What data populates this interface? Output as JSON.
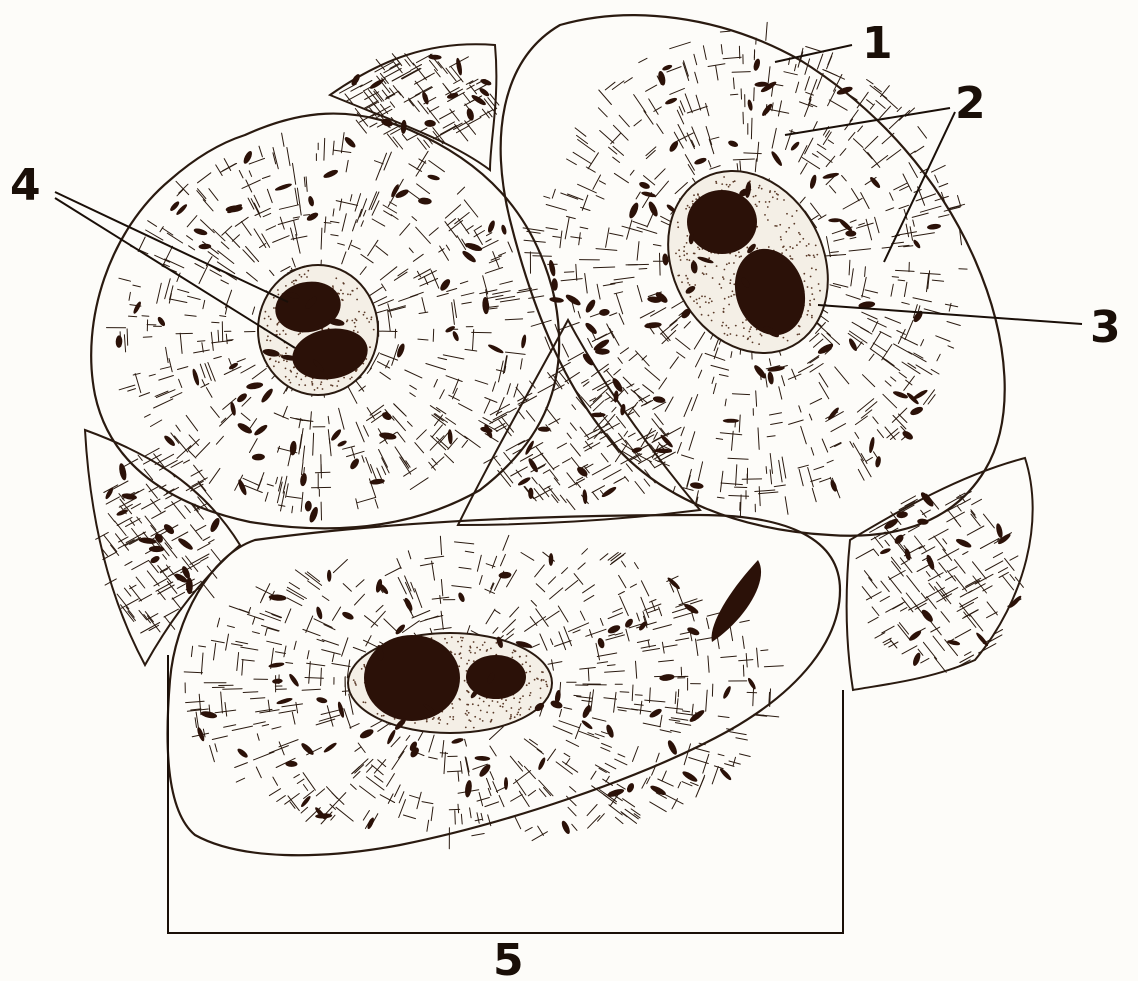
{
  "diagram": {
    "colors": {
      "background": "#fdfcf9",
      "ink": "#2a1a10",
      "nucleolus": "#2b1108",
      "nucleoplasm_dots": "#5a3a28"
    },
    "labels": [
      {
        "id": "1",
        "text": "1",
        "points_to": "cell-membrane"
      },
      {
        "id": "2",
        "text": "2",
        "points_to": "cytoplasm-fibrils"
      },
      {
        "id": "3",
        "text": "3",
        "points_to": "nucleus"
      },
      {
        "id": "4",
        "text": "4",
        "points_to": "nucleoli"
      },
      {
        "id": "5",
        "text": "5",
        "points_to": "cell-bracket"
      }
    ]
  }
}
